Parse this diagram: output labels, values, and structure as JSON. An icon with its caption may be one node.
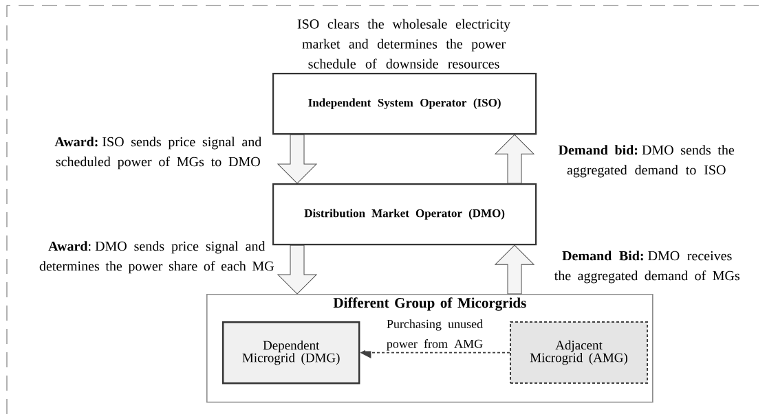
{
  "diagram": {
    "nodes": [
      {
        "text": [
          "Independent System Operator (ISO)"
        ],
        "beside": [
          "ISO clears the wholesale electricity market and determines the power schedule of downside resources"
        ]
      },
      {
        "text": [
          "Distribution Market Operator (DMO)"
        ]
      },
      {
        "text": [
          "Different Group of Micorgrids"
        ]
      },
      {
        "text": [
          "Dependent Microgrid (DMG)"
        ],
        "in": 2
      },
      {
        "text": [
          "Adjacent Microgrid (AMG)"
        ],
        "in": 2
      }
    ],
    "edges": [
      {
        "from": 0,
        "to": 1,
        "arrow": "to",
        "label": "**Award:** ISO sends price signal and scheduled power of MGs to DMO"
      },
      {
        "from": 1,
        "to": 0,
        "arrow": "to",
        "label": "**Demand bid:** DMO sends the aggregated demand to ISO"
      },
      {
        "from": 1,
        "to": 2,
        "arrow": "to",
        "label": "**Award**: DMO sends price signal and determines the power share of each MG"
      },
      {
        "from": 2,
        "to": 1,
        "arrow": "to",
        "label": "**Demand Bid:** DMO receives the aggregated demand of MGs"
      },
      {
        "from": 4,
        "to": 3,
        "arrow": "to",
        "style": "dashed",
        "label": "Purchasing unused power from AMG"
      }
    ]
  }
}
